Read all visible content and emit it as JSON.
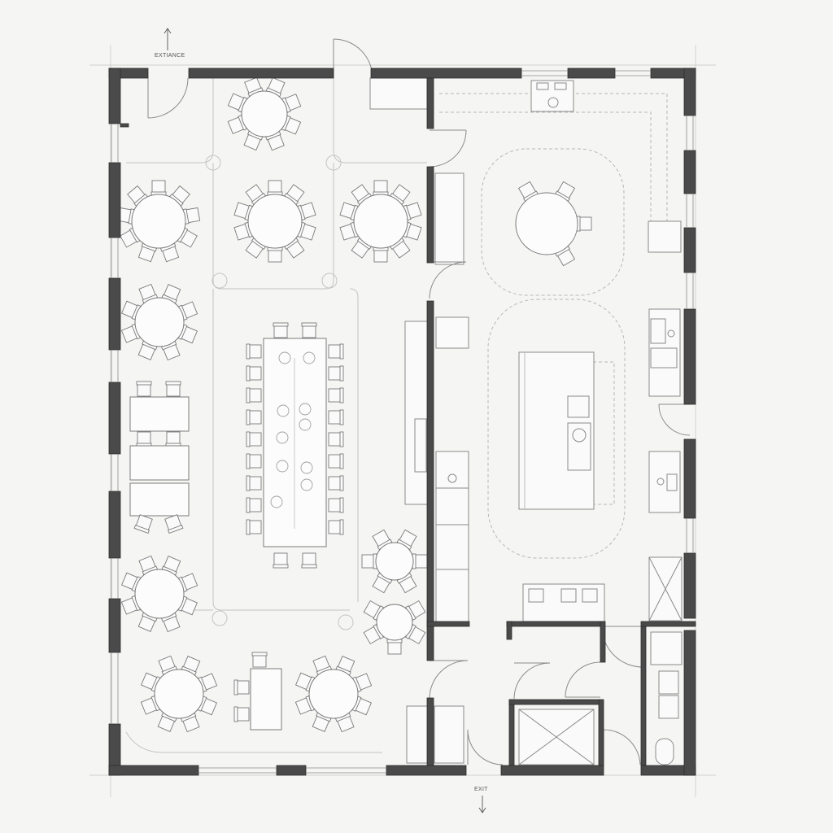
{
  "labels": {
    "entrance": "EXTIANCE",
    "exit": "EXIT"
  },
  "colors": {
    "background": "#f5f5f3",
    "wall": "#4a4a4a",
    "line": "#8a8a8a",
    "faint": "#c4c4c4"
  },
  "icons": {
    "entrance": "arrow-up",
    "exit": "arrow-down"
  }
}
